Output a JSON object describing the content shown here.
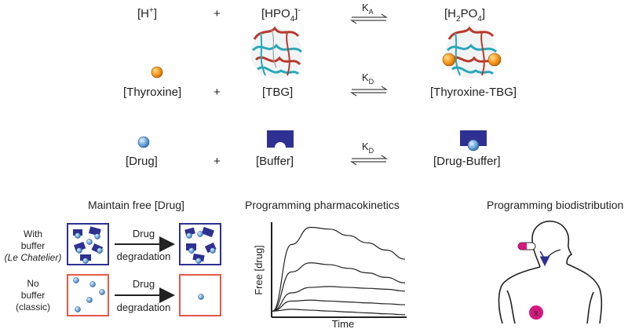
{
  "equations": {
    "row1": {
      "left": "[H",
      "left_sup": "+",
      "left_close": "]",
      "plus": "+",
      "mid": "[HPO",
      "mid_sub": "4",
      "mid_close": "]",
      "mid_sup": "-",
      "k": "K",
      "k_sub": "A",
      "right": "[H",
      "right_sub": "2",
      "right_mid": "PO",
      "right_sub2": "4",
      "right_close": "]"
    },
    "row2": {
      "left": "[Thyroxine]",
      "plus": "+",
      "mid": "[TBG]",
      "k": "K",
      "k_sub": "D",
      "right": "[Thyroxine-TBG]"
    },
    "row3": {
      "left": "[Drug]",
      "plus": "+",
      "mid": "[Buffer]",
      "k": "K",
      "k_sub": "D",
      "right": "[Drug-Buffer]"
    }
  },
  "panels": {
    "free_drug": {
      "title": "Maintain free [Drug]",
      "with_buffer": {
        "line1": "With",
        "line2": "buffer",
        "line3": "(Le Chatelier)"
      },
      "no_buffer": {
        "line1": "No",
        "line2": "buffer",
        "line3": "(classic)"
      },
      "arrow_label_top": "Drug",
      "arrow_label_bottom": "degradation"
    },
    "pharmacokinetics": {
      "title": "Programming pharmacokinetics",
      "ylabel": "Free [drug]",
      "xlabel": "Time"
    },
    "biodistribution": {
      "title": "Programming biodistribution",
      "target_mark": "x"
    }
  },
  "colors": {
    "buffer_blue": "#2e3192",
    "drug_blue": "#5b9bd5",
    "thyroxine_orange": "#f7941d",
    "no_buffer_red": "#e05a4a",
    "target_magenta": "#d4177f",
    "protein_teal": "#2aa7b8",
    "protein_red": "#b83a2e"
  },
  "chart_data": {
    "type": "line",
    "xlabel": "Time",
    "ylabel": "Free [drug]",
    "series": [
      {
        "values": [
          0.05,
          0.78,
          0.97,
          0.95,
          0.88,
          0.8,
          0.72,
          0.62
        ]
      },
      {
        "values": [
          0.05,
          0.48,
          0.58,
          0.56,
          0.52,
          0.47,
          0.42,
          0.36
        ]
      },
      {
        "values": [
          0.05,
          0.25,
          0.31,
          0.32,
          0.31,
          0.3,
          0.29,
          0.27
        ]
      },
      {
        "values": [
          0.05,
          0.16,
          0.17,
          0.16,
          0.15,
          0.14,
          0.13,
          0.12
        ]
      },
      {
        "values": [
          0.05,
          0.07,
          0.06,
          0.05,
          0.04,
          0.03,
          0.02,
          0.01
        ]
      }
    ]
  }
}
